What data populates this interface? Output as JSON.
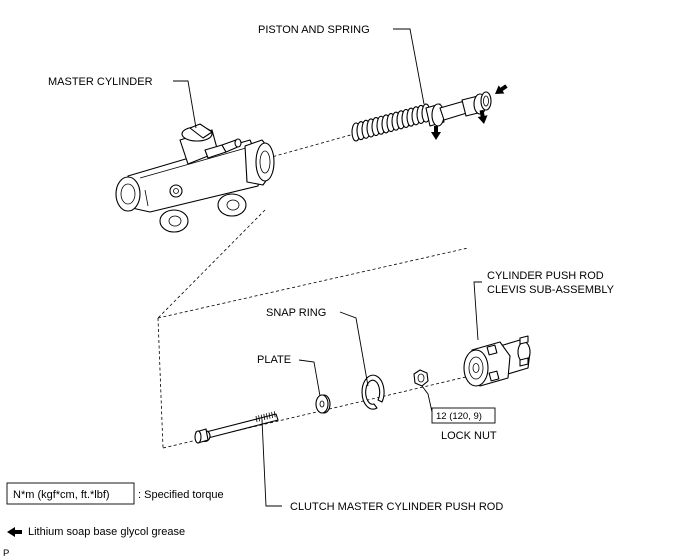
{
  "labels": {
    "piston_spring": "PISTON AND SPRING",
    "master_cylinder": "MASTER CYLINDER",
    "clevis_line1": "CYLINDER PUSH ROD",
    "clevis_line2": "CLEVIS SUB-ASSEMBLY",
    "snap_ring": "SNAP RING",
    "plate": "PLATE",
    "lock_nut": "LOCK NUT",
    "push_rod": "CLUTCH MASTER CYLINDER PUSH ROD"
  },
  "torque_spec": "12 (120, 9)",
  "legend": {
    "torque_box": "N*m (kgf*cm, ft.*lbf)",
    "torque_desc": ": Specified torque",
    "grease_desc": "Lithium soap base glycol grease",
    "grease_icon": "black-left-arrow-icon"
  },
  "corner_code": "P"
}
